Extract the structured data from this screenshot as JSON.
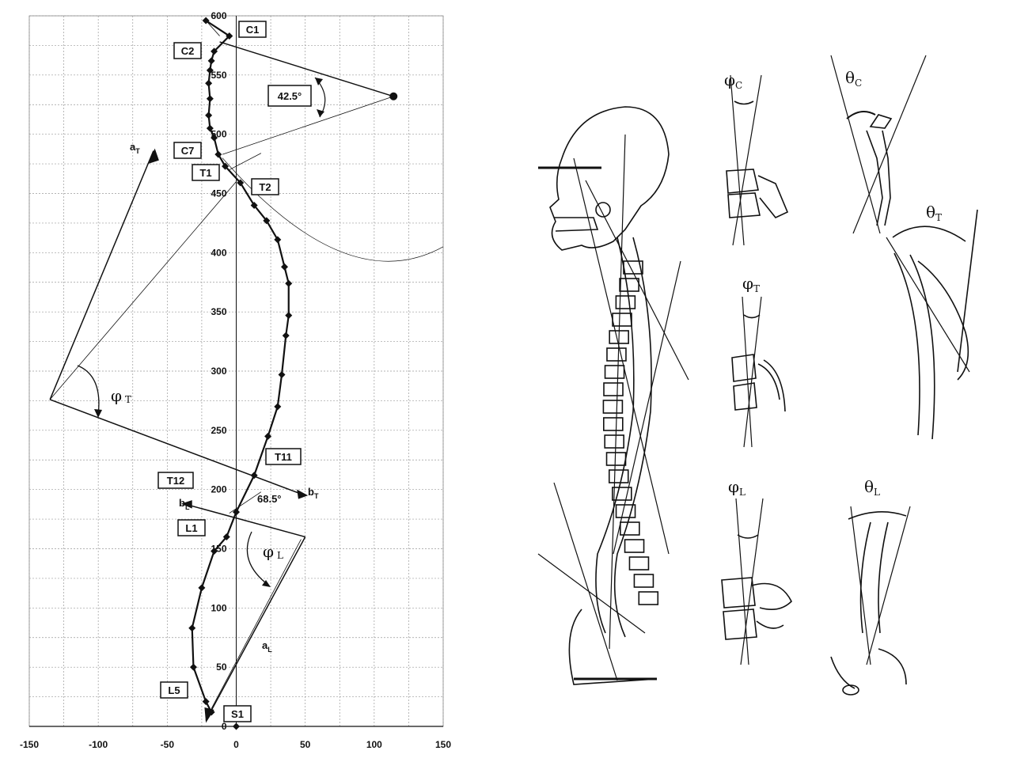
{
  "chart_data": {
    "type": "scatter",
    "xlim": [
      -150,
      150
    ],
    "ylim": [
      0,
      600
    ],
    "x_ticks": [
      -150,
      -100,
      -50,
      0,
      50,
      100,
      150
    ],
    "y_ticks": [
      0,
      50,
      100,
      150,
      200,
      250,
      300,
      350,
      400,
      450,
      500,
      550,
      600
    ],
    "grid": true,
    "series": [
      {
        "points": [
          [
            -22,
            596
          ],
          [
            -5,
            583
          ],
          [
            -16,
            570
          ],
          [
            -18,
            562
          ],
          [
            -19,
            554
          ],
          [
            -20,
            543
          ],
          [
            -19,
            530
          ],
          [
            -20,
            516
          ],
          [
            -19,
            505
          ],
          [
            -16,
            497
          ],
          [
            -13,
            483
          ],
          [
            -8,
            473
          ],
          [
            3,
            459
          ],
          [
            13,
            440
          ],
          [
            22,
            427
          ],
          [
            30,
            411
          ],
          [
            35,
            388
          ],
          [
            38,
            374
          ],
          [
            38,
            347
          ],
          [
            36,
            330
          ],
          [
            33,
            297
          ],
          [
            30,
            270
          ],
          [
            23,
            245
          ],
          [
            13,
            212
          ],
          [
            0,
            181
          ],
          [
            -7,
            160
          ],
          [
            -16,
            148
          ],
          [
            -25,
            117
          ],
          [
            -32,
            83
          ],
          [
            -31,
            50
          ],
          [
            -22,
            21
          ],
          [
            -18,
            12
          ],
          [
            0,
            0
          ]
        ]
      }
    ],
    "vertebra_labels": [
      "C1",
      "C2",
      "C7",
      "T1",
      "T2",
      "T11",
      "T12",
      "L1",
      "L5",
      "S1"
    ],
    "angle_labels": [
      "42.5°",
      "68.5°"
    ],
    "vector_labels": {
      "aT": "a",
      "aT_sub": "T",
      "bT": "b",
      "bT_sub": "T",
      "aL": "a",
      "aL_sub": "L",
      "bL": "b",
      "bL_sub": "L"
    },
    "phi_labels": {
      "phiT": "φ",
      "phiT_sub": "T",
      "phiL": "φ",
      "phiL_sub": "L"
    }
  },
  "illustration": {
    "symbols": [
      {
        "glyph": "φ",
        "sub": "C"
      },
      {
        "glyph": "θ",
        "sub": "C"
      },
      {
        "glyph": "φ",
        "sub": "T"
      },
      {
        "glyph": "θ",
        "sub": "T"
      },
      {
        "glyph": "φ",
        "sub": "L"
      },
      {
        "glyph": "θ",
        "sub": "L"
      }
    ]
  }
}
